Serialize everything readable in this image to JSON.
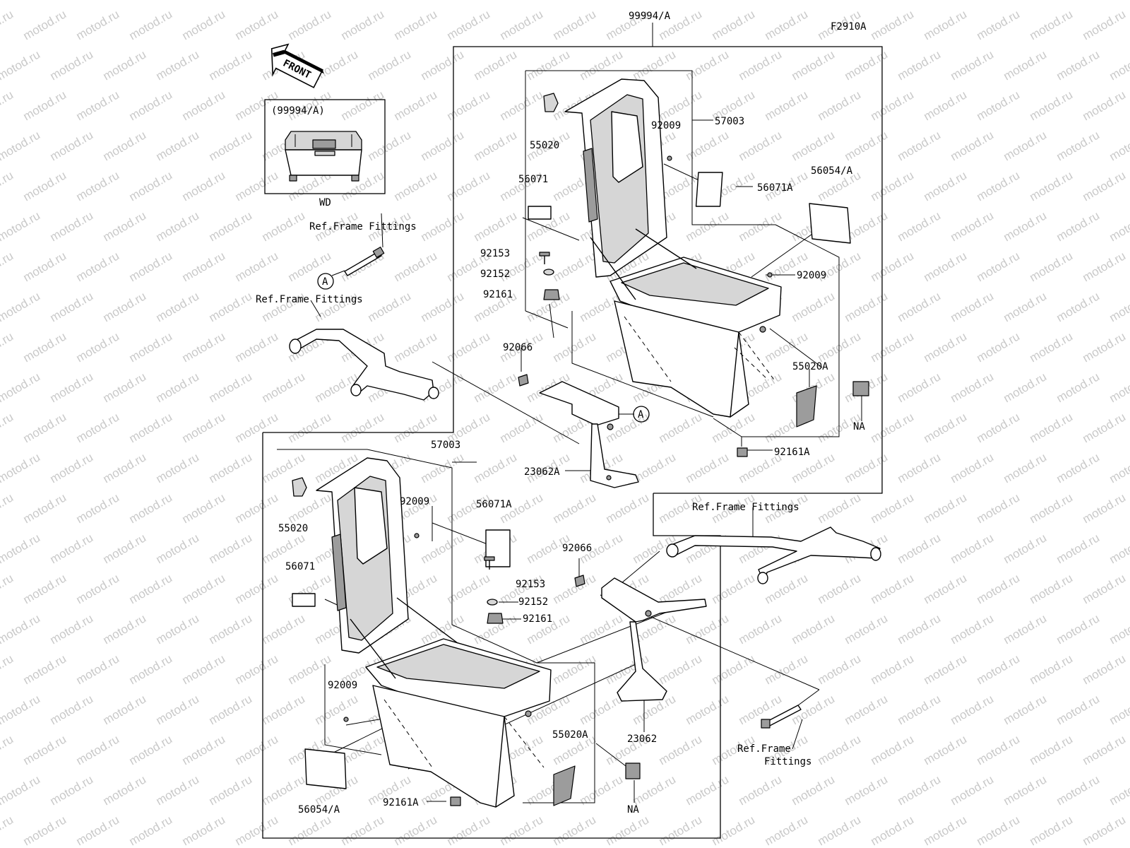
{
  "figure_code": "F2910A",
  "watermark": "motod.ru",
  "front_arrow": {
    "label": "FRONT"
  },
  "inset": {
    "title": "(99994/A)",
    "caption": "WD"
  },
  "callout_letter": "A",
  "labels": {
    "top_assembly": "99994/A",
    "case_upper": "57003",
    "case_lower": "57003",
    "lock_upper": "55020",
    "lock_lower": "55020",
    "screw_upper_1": "92009",
    "screw_upper_2": "92009",
    "screw_lower_1": "92009",
    "screw_lower_2": "92009",
    "label_upper": "56071A",
    "label_lower": "56071A",
    "label_small_upper": "56071",
    "label_small_lower": "56071",
    "label_large_upper": "56054/A",
    "label_large_lower": "56054/A",
    "bolt_upper": "92153",
    "bolt_lower": "92153",
    "collar_upper": "92152",
    "collar_lower": "92152",
    "damper_upper": "92161",
    "damper_lower": "92161",
    "nut_upper": "92066",
    "nut_lower": "92066",
    "latch_upper": "55020A",
    "latch_lower": "55020A",
    "damper_a_upper": "92161A",
    "damper_a_lower": "92161A",
    "bracket_upper": "23062A",
    "bracket_lower": "23062",
    "na_upper": "NA",
    "na_lower": "NA",
    "ref_bolt": "Ref.Frame Fittings",
    "ref_pipe_left": "Ref.Frame Fittings",
    "ref_pipe_right": "Ref.Frame Fittings",
    "ref_bottom_line1": "Ref.Frame",
    "ref_bottom_line2": "Fittings"
  }
}
